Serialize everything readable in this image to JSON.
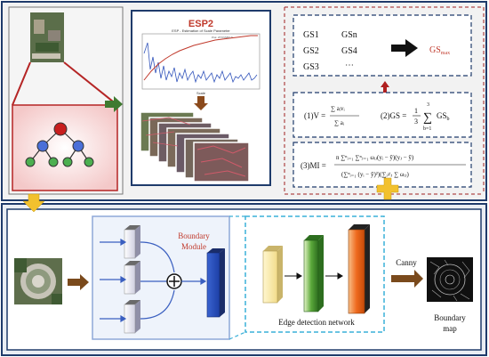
{
  "esp2": {
    "title": "ESP2",
    "plot_title": "ESP - Estimation of Scale Parameter",
    "plot_subtitle": "Plot: ZTXNNBO.5",
    "xlabel": "Scale"
  },
  "gs_box": {
    "row1": [
      "GS1",
      "GSn"
    ],
    "row2": [
      "GS2",
      "GS4"
    ],
    "row3": [
      "GS3",
      "⋯"
    ],
    "result_main": "GS",
    "result_sub": "max"
  },
  "formulas": {
    "f1_label": "(1)V =",
    "f1_num": "∑ aᵢvᵢ",
    "f1_den": "∑ aᵢ",
    "f1_lim": "n",
    "f1_lim_low": "i=1",
    "f2_label": "(2)GS =",
    "f2_frac_num": "1",
    "f2_frac_den": "3",
    "f2_sum_top": "3",
    "f2_sum_bot": "b=1",
    "f2_term": "GS",
    "f2_sub": "b",
    "f3_label": "(3)MI =",
    "f3_num": "n ∑ⁿᵢ₌₁ ∑ⁿⱼ₌₁ ωᵢⱼ(yᵢ − ȳ)(yⱼ − ȳ)",
    "f3_den": "(∑ⁿᵢ₌₁ (yᵢ − ȳ)²)(∑ᵢ≠ⱼ ∑ ωᵢⱼ)"
  },
  "bottom": {
    "module_label_1": "Boundary",
    "module_label_2": "Module",
    "edge_label": "Edge detection network",
    "canny_label": "Canny",
    "output_label_1": "Boundary",
    "output_label_2": "map"
  },
  "colors": {
    "frame": "#1f3b6b",
    "esp_title": "#c0392b",
    "module_text": "#c0392b",
    "gs_max_text": "#c0392b",
    "yellow_arrow": "#f2c12e",
    "green_arrow": "#3f7a30",
    "brown_arrow": "#7a4a1c",
    "red_arrow": "#b02020"
  }
}
